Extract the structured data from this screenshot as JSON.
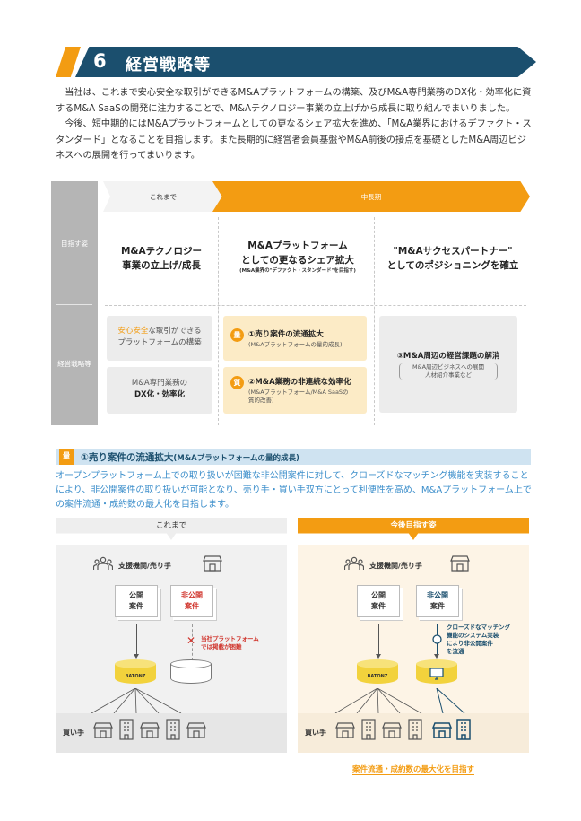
{
  "section": {
    "number": "6",
    "title": "経営戦略等",
    "paragraphs": [
      "当社は、これまで安心安全な取引ができるM&Aプラットフォームの構築、及びM&A専門業務のDX化・効率化に資するM&A SaaSの開発に注力することで、M&Aテクノロジー事業の立上げから成長に取り組んでまいりました。",
      "今後、短中期的にはM&Aプラットフォームとしての更なるシェア拡大を進め、「M&A業界におけるデファクト・スタンダード」となることを目指します。また長期的に経営者会員基盤やM&A前後の接点を基礎としたM&A周辺ビジネスへの展開を行ってまいります。"
    ]
  },
  "strategy": {
    "row_label_goal": "目指す姿",
    "row_label_strategy": "経営戦略等",
    "phase_past": "これまで",
    "phase_future": "中長期",
    "goals": [
      {
        "line1": "M&Aテクノロジー",
        "line2": "事業の立上げ/成長",
        "sub": ""
      },
      {
        "line1": "M&Aプラットフォーム",
        "line2": "としての更なるシェア拡大",
        "sub": "(M&A業界の\"デファクト・スタンダード\"を目指す)"
      },
      {
        "line1": "\"M&Aサクセスパートナー\"",
        "line2": "としてのポジショニングを確立",
        "sub": ""
      }
    ],
    "past_items": [
      {
        "pre": "安心安全",
        "rest": "な取引ができる",
        "line2": "プラットフォームの構築"
      },
      {
        "line1": "M&A専門業務の",
        "line2": "DX化・効率化"
      }
    ],
    "future_items": [
      {
        "badge": "量",
        "title": "①売り案件の流通拡大",
        "sub": "(M&Aプラットフォームの量的成長)"
      },
      {
        "badge": "質",
        "title": "②M&A業務の非連続な効率化",
        "sub1": "(M&Aプラットフォーム/M&A SaaSの",
        "sub2": "質的改善)"
      }
    ],
    "long_term": {
      "title": "③M&A周辺の経営課題の解消",
      "sub1": "M&A周辺ビジネスへの展開",
      "sub2": "人材紹介事業など"
    }
  },
  "subsection": {
    "badge": "量",
    "title": "①売り案件の流通拡大",
    "title_sub": "(M&Aプラットフォームの量的成長)",
    "description": "オープンプラットフォーム上での取り扱いが困難な非公開案件に対して、クローズドなマッチング機能を実装することにより、非公開案件の取り扱いが可能となり、売り手・買い手双方にとって利便性を高め、M&Aプラットフォーム上での案件流通・成約数の最大化を目指します。"
  },
  "diagrams": {
    "before": {
      "header": "これまで",
      "seller_label": "支援機関/売り手",
      "doc_public": [
        "公開",
        "案件"
      ],
      "doc_private": [
        "非公開",
        "案件"
      ],
      "platform_label": "BATONZ",
      "note": [
        "当社プラットフォーム",
        "では掲載が困難"
      ],
      "buyer_label": "買い手"
    },
    "after": {
      "header": "今後目指す姿",
      "seller_label": "支援機関/売り手",
      "doc_public": [
        "公開",
        "案件"
      ],
      "doc_private": [
        "非公開",
        "案件"
      ],
      "platform_label": "BATONZ",
      "note": [
        "クローズドなマッチング",
        "機能のシステム実装",
        "により非公開案件",
        "を流通"
      ],
      "buyer_label": "買い手",
      "footnote": "案件流通・成約数の最大化を目指す"
    }
  },
  "colors": {
    "navy": "#1b4f6e",
    "orange": "#f39c12",
    "red": "#d0332b",
    "blue": "#3d8fcb"
  }
}
